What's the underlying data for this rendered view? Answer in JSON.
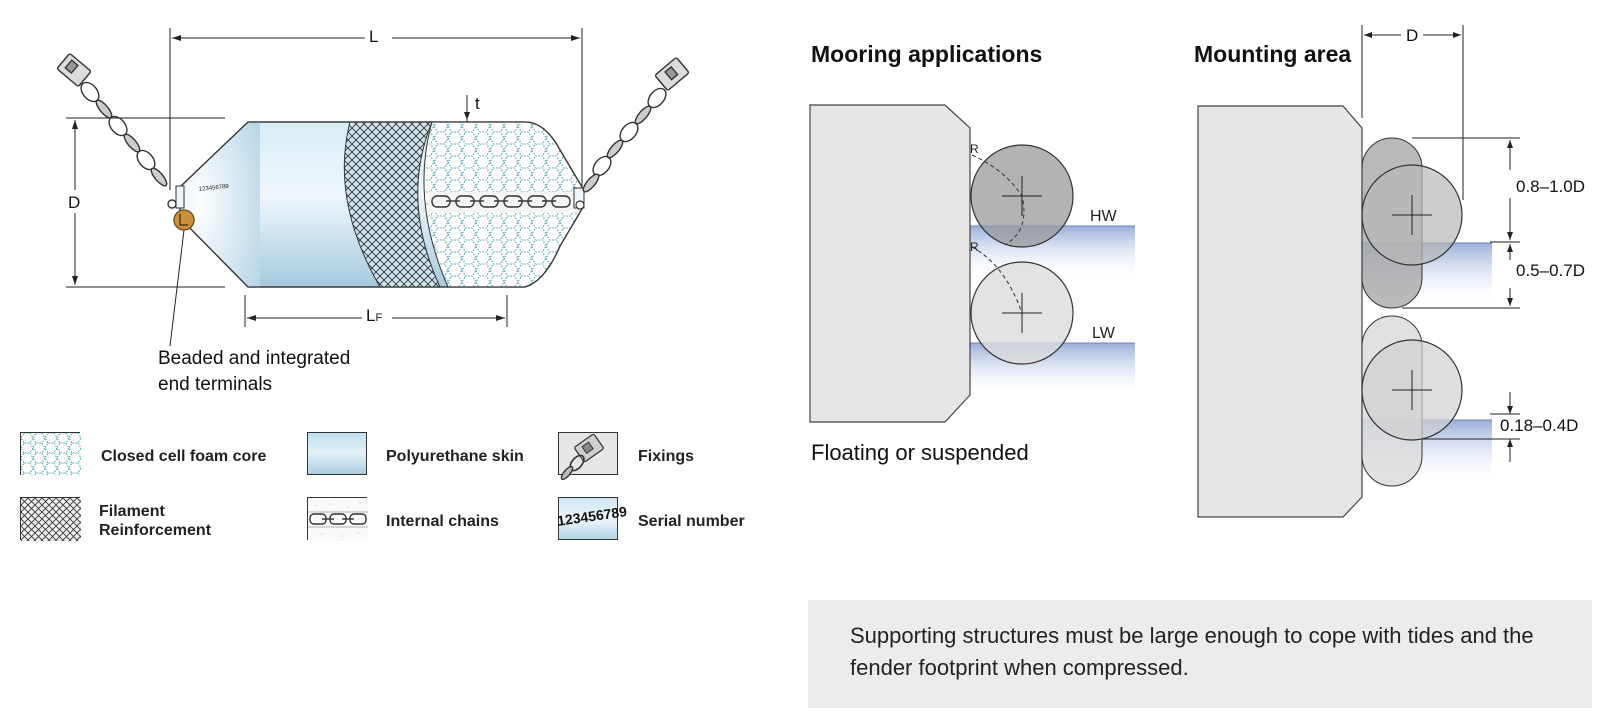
{
  "fender": {
    "dim_L": "L",
    "dim_D": "D",
    "dim_t": "t",
    "dim_LF_main": "L",
    "dim_LF_sub": "F",
    "serial": "123456789",
    "end_terminal_label_line1": "Beaded and integrated",
    "end_terminal_label_line2": "end terminals"
  },
  "legend": [
    {
      "icon": "closed-cell-foam-swatch",
      "label": "Closed cell foam core"
    },
    {
      "icon": "polyurethane-skin-swatch",
      "label": "Polyurethane skin"
    },
    {
      "icon": "fixings-swatch",
      "label": "Fixings"
    },
    {
      "icon": "filament-reinforcement-swatch",
      "label_line1": "Filament",
      "label_line2": "Reinforcement"
    },
    {
      "icon": "internal-chains-swatch",
      "label": "Internal chains"
    },
    {
      "icon": "serial-number-swatch",
      "label": "Serial number",
      "swatch_text": "123456789"
    }
  ],
  "mooring": {
    "title": "Mooring applications",
    "caption": "Floating or suspended",
    "hw": "HW",
    "lw": "LW",
    "r_label": "R"
  },
  "mounting": {
    "title": "Mounting area",
    "dim_D": "D",
    "range1": "0.8–1.0D",
    "range2": "0.5–0.7D",
    "range3": "0.18–0.4D"
  },
  "note": {
    "text": "Supporting structures must be large enough to cope with tides and the fender footprint when compressed."
  },
  "colors": {
    "skin_light": "#e8f3f8",
    "skin_dark": "#a9cde0",
    "foam_teal": "#2a9aa0",
    "water_blue": "#8fa6d6",
    "quay_grey": "#e6e6e6",
    "fender_grey": "#a8a8a8",
    "terminal_gold": "#c8913a",
    "note_bg": "#ececec"
  }
}
